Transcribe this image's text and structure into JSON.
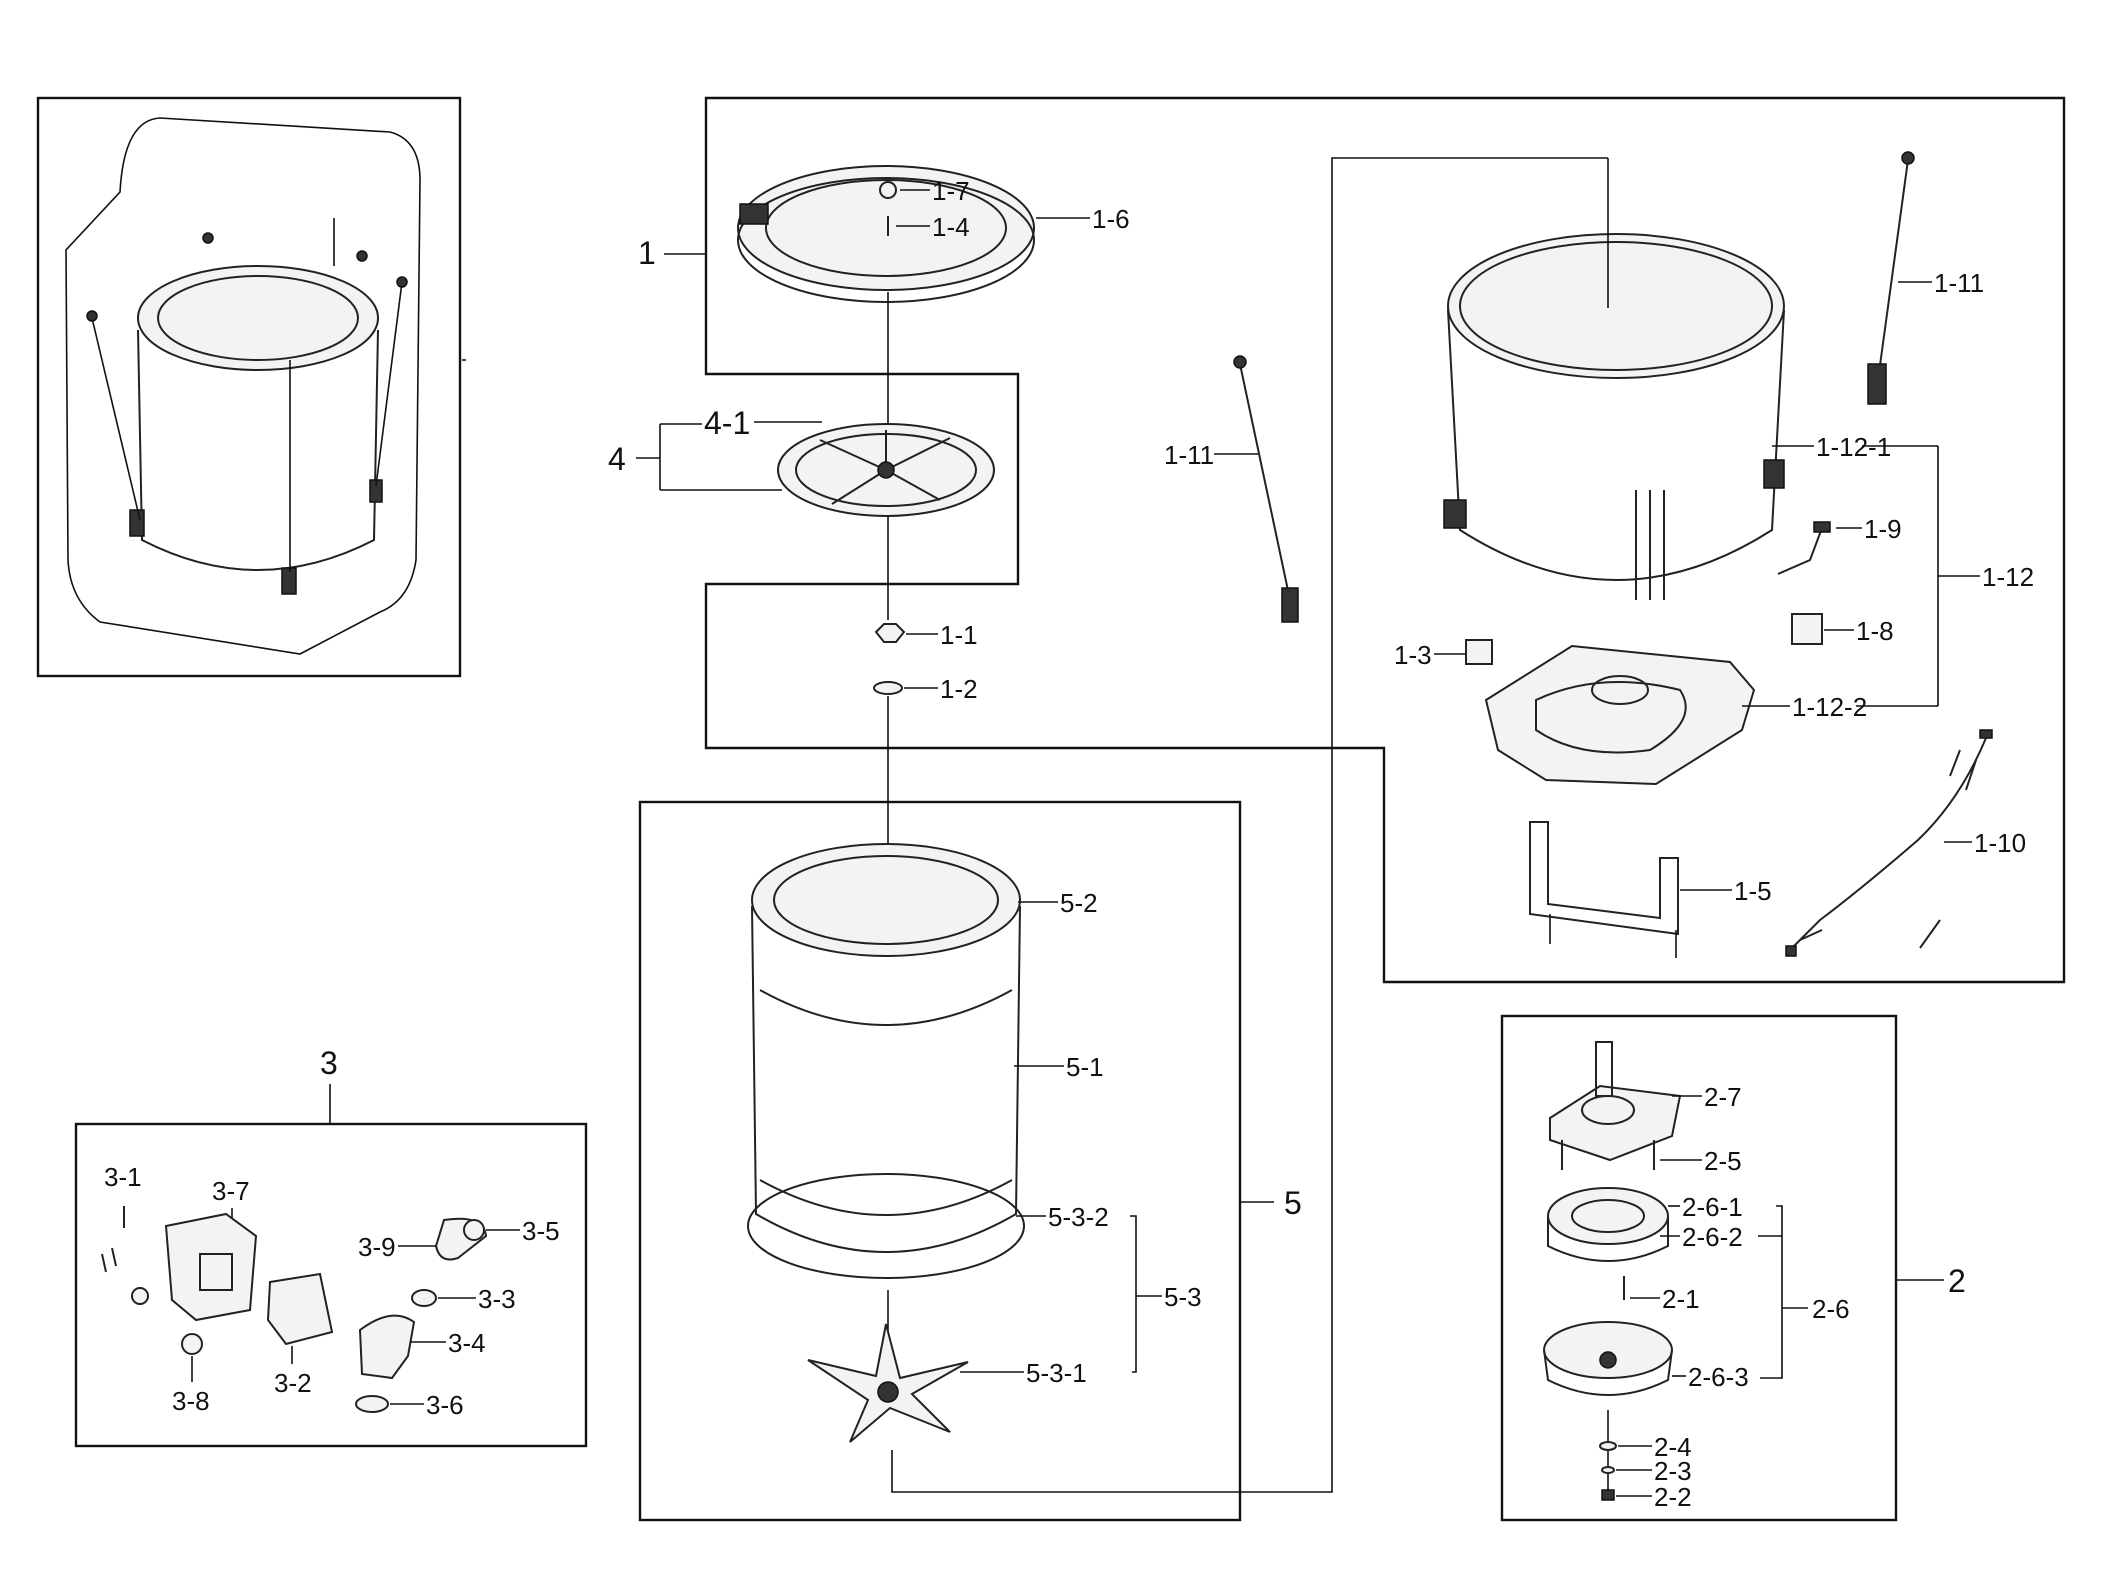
{
  "labels": {
    "g1": "1",
    "p1_1": "1-1",
    "p1_2": "1-2",
    "p1_3": "1-3",
    "p1_4": "1-4",
    "p1_5": "1-5",
    "p1_6": "1-6",
    "p1_7": "1-7",
    "p1_8": "1-8",
    "p1_9": "1-9",
    "p1_10": "1-10",
    "p1_11a": "1-11",
    "p1_11b": "1-11",
    "p1_12": "1-12",
    "p1_12_1": "1-12-1",
    "p1_12_2": "1-12-2",
    "g2": "2",
    "p2_1": "2-1",
    "p2_2": "2-2",
    "p2_3": "2-3",
    "p2_4": "2-4",
    "p2_5": "2-5",
    "p2_6": "2-6",
    "p2_6_1": "2-6-1",
    "p2_6_2": "2-6-2",
    "p2_6_3": "2-6-3",
    "p2_7": "2-7",
    "g3": "3",
    "p3_1": "3-1",
    "p3_2": "3-2",
    "p3_3": "3-3",
    "p3_4": "3-4",
    "p3_5": "3-5",
    "p3_6": "3-6",
    "p3_7": "3-7",
    "p3_8": "3-8",
    "p3_9": "3-9",
    "g4": "4",
    "p4_1": "4-1",
    "g5": "5",
    "p5_1": "5-1",
    "p5_2": "5-2",
    "p5_3": "5-3",
    "p5_3_1": "5-3-1",
    "p5_3_2": "5-3-2"
  }
}
